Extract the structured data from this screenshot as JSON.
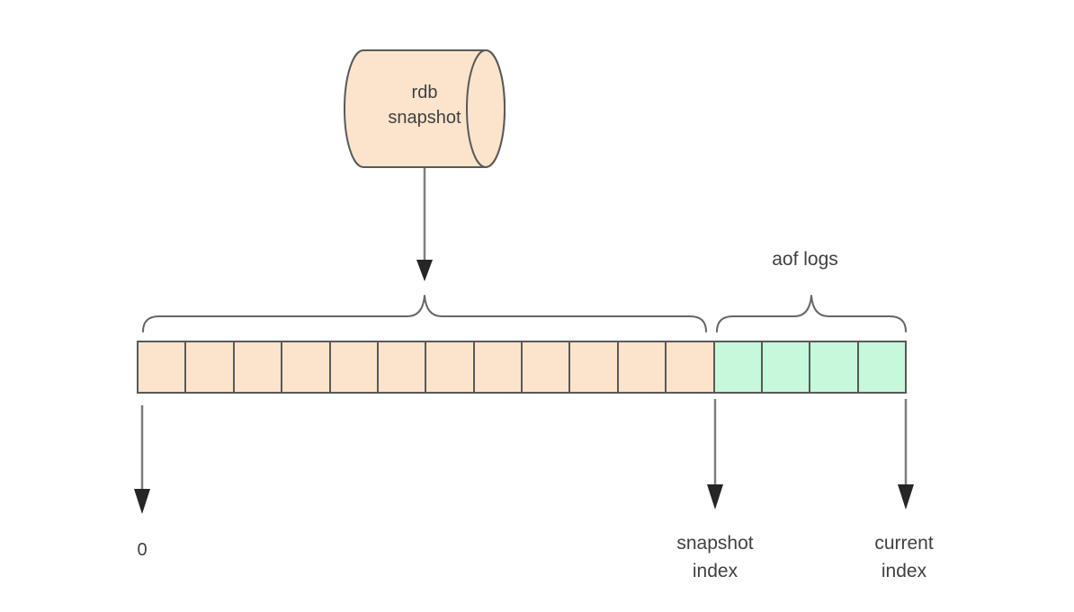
{
  "diagram": {
    "cylinder": {
      "label": "rdb\nsnapshot",
      "fill": "#fce4cc"
    },
    "aof_label": "aof logs",
    "timeline": {
      "snapshot_cells": 12,
      "aof_cells": 4,
      "snapshot_fill": "#fce4cc",
      "aof_fill": "#c6f9dc"
    },
    "markers": {
      "zero": "0",
      "snapshot_index": "snapshot\nindex",
      "current_index": "current\nindex"
    },
    "colors": {
      "background": "#ffffff",
      "outline": "#595959",
      "arrow_line": "#7d7d7d",
      "arrow_head": "#262626",
      "brace": "#666666",
      "text": "#404040"
    }
  }
}
